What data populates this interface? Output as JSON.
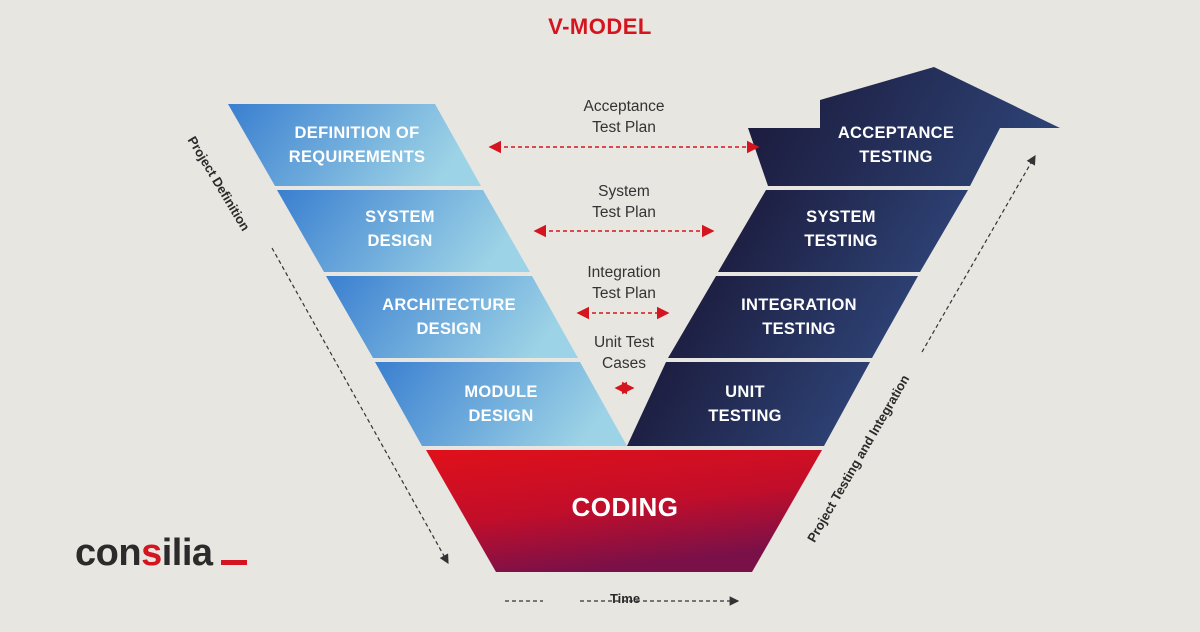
{
  "title": "V-MODEL",
  "left_stages": [
    {
      "line1": "DEFINITION OF",
      "line2": "REQUIREMENTS"
    },
    {
      "line1": "SYSTEM",
      "line2": "DESIGN"
    },
    {
      "line1": "ARCHITECTURE",
      "line2": "DESIGN"
    },
    {
      "line1": "MODULE",
      "line2": "DESIGN"
    }
  ],
  "right_stages": [
    {
      "line1": "ACCEPTANCE",
      "line2": "TESTING"
    },
    {
      "line1": "SYSTEM",
      "line2": "TESTING"
    },
    {
      "line1": "INTEGRATION",
      "line2": "TESTING"
    },
    {
      "line1": "UNIT",
      "line2": "TESTING"
    }
  ],
  "test_plans": [
    {
      "line1": "Acceptance",
      "line2": "Test Plan"
    },
    {
      "line1": "System",
      "line2": "Test Plan"
    },
    {
      "line1": "Integration",
      "line2": "Test Plan"
    },
    {
      "line1": "Unit Test",
      "line2": "Cases"
    }
  ],
  "coding": "CODING",
  "axis_left": "Project Definition",
  "axis_right": "Project Testing and Integration",
  "time_label": "Time",
  "logo": {
    "part1": "con",
    "accent": "s",
    "part2": "ilia"
  },
  "colors": {
    "background": "#e8e6e1",
    "red": "#d4151f",
    "left_blue_dark": "#3a7fd0",
    "left_blue_light": "#9dd3e6",
    "right_navy": "#1c1e45",
    "right_navy_light": "#2d3f70",
    "coding_red": "#e0101a",
    "coding_purple": "#7a1048"
  }
}
